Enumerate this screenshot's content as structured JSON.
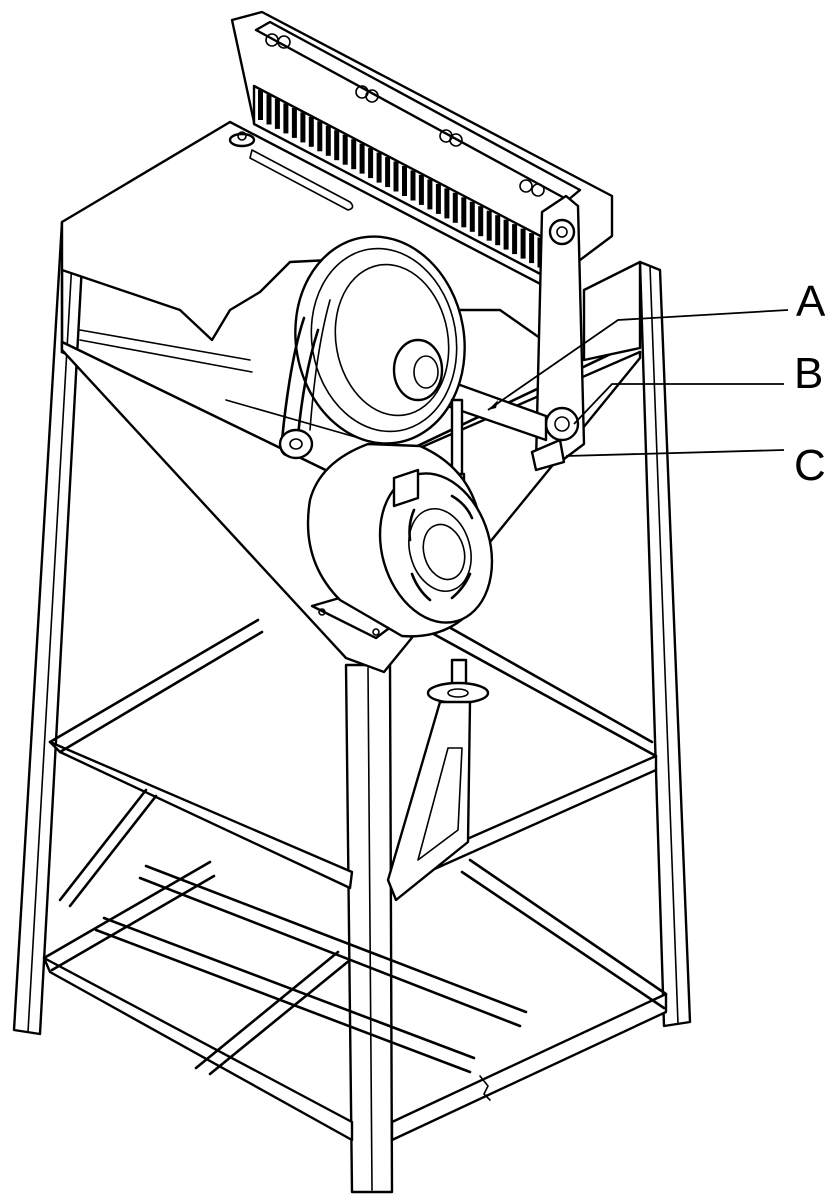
{
  "figure": {
    "labels": [
      {
        "id": "A",
        "text": "A",
        "target": "shaft"
      },
      {
        "id": "B",
        "text": "B",
        "target": "bearing-end"
      },
      {
        "id": "C",
        "text": "C",
        "target": "side-support"
      }
    ]
  }
}
